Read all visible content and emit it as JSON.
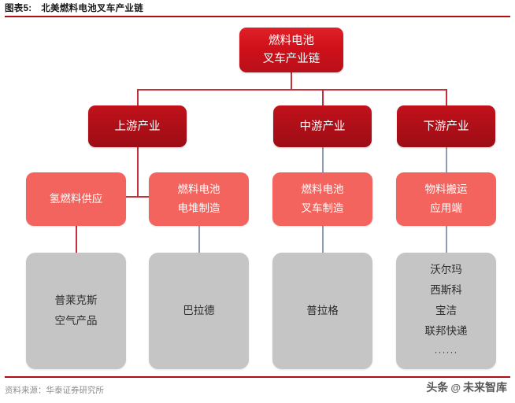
{
  "header": {
    "figure_label": "图表5:",
    "title": "北美燃料电池叉车产业链",
    "full_title": "图表5:　北美燃料电池叉车产业链",
    "rule_color": "#b00c12"
  },
  "colors": {
    "root_red": "#d0101a",
    "level2_red": "#ae0f18",
    "level3_salmon": "#f4645e",
    "level4_grey": "#c5c5c5",
    "connector_red": "#c4303a",
    "connector_blue": "#8f9bb3",
    "title_text": "#1a1a1a",
    "source_text": "#8d8d8d"
  },
  "diagram": {
    "root": {
      "id": "root",
      "lines": [
        "燃料电池",
        "叉车产业链"
      ]
    },
    "level2": [
      {
        "id": "upstream",
        "label": "上游产业"
      },
      {
        "id": "midstream",
        "label": "中游产业"
      },
      {
        "id": "downstream",
        "label": "下游产业"
      }
    ],
    "level3": [
      {
        "id": "hydrogen-supply",
        "lines": [
          "氢燃料供应"
        ]
      },
      {
        "id": "stack-manufacture",
        "lines": [
          "燃料电池",
          "电堆制造"
        ]
      },
      {
        "id": "forklift-manufacture",
        "lines": [
          "燃料电池",
          "叉车制造"
        ]
      },
      {
        "id": "material-handling",
        "lines": [
          "物料搬运",
          "应用端"
        ]
      }
    ],
    "level4": [
      {
        "id": "gas-suppliers",
        "lines": [
          "普莱克斯",
          "空气产品"
        ],
        "dots": ""
      },
      {
        "id": "ballard",
        "lines": [
          "巴拉德"
        ],
        "dots": ""
      },
      {
        "id": "plug-power",
        "lines": [
          "普拉格"
        ],
        "dots": ""
      },
      {
        "id": "end-users",
        "lines": [
          "沃尔玛",
          "西斯科",
          "宝洁",
          "联邦快递"
        ],
        "dots": "······"
      }
    ]
  },
  "footer": {
    "source": "资料来源：华泰证券研究所"
  },
  "watermark": {
    "brand": "头条",
    "at": "@",
    "account": "未来智库"
  }
}
